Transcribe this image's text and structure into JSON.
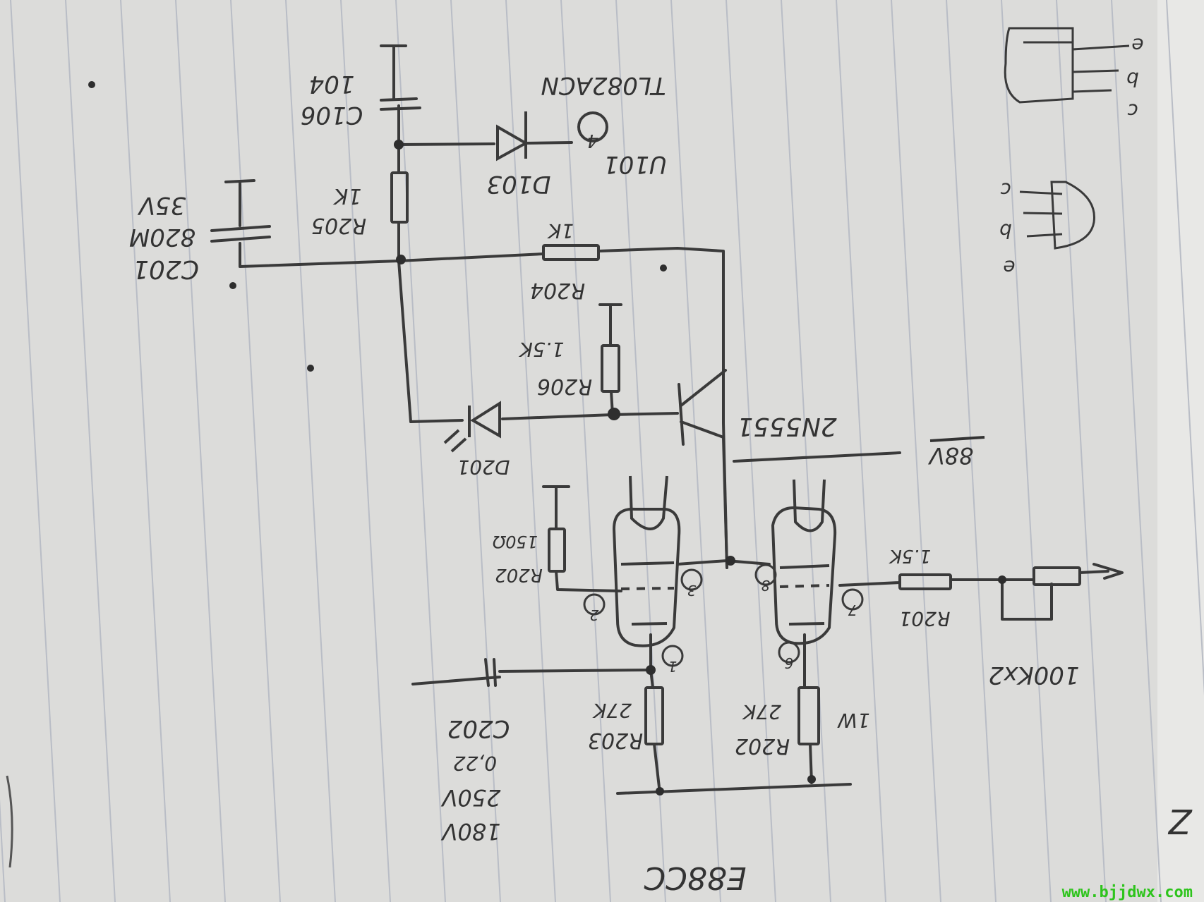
{
  "colors": {
    "paper": "#dcdcda",
    "ink": "#3a3a3a",
    "rule": "#b9bdc6",
    "watermark": "#2ec41c"
  },
  "labels": {
    "c106": "C106",
    "c106_value": "104",
    "u101_type": "TL082ACN",
    "u101": "U101",
    "pin4": "4",
    "d103": "D103",
    "r205": "R205",
    "r205_value": "1K",
    "c201": "C201",
    "c201_value": "820M",
    "c201_voltage": "35V",
    "r204": "R204",
    "r204_value": "1K",
    "r206": "R206",
    "r206_value": "1.5K",
    "transistor": "2N5551",
    "d201": "D201",
    "voltage_note": "88V",
    "r202_top": "R202",
    "r202_top_value": "150Ω",
    "pin3": "3",
    "pin2": "2",
    "pin1": "1",
    "pin8": "8",
    "pin7": "7",
    "pin6": "6",
    "r201": "R201",
    "r201_value": "1.5K",
    "pot": "100Kx2",
    "c202": "C202",
    "c202_value": "0,22",
    "c202_voltage": "250V",
    "supply": "180V",
    "r203": "R203",
    "r203_value": "27K",
    "r202_bottom": "R202",
    "r202_bottom_value": "27K",
    "r202_power": "1W",
    "tube": "E88CC",
    "pkg1_e": "e",
    "pkg1_b": "b",
    "pkg1_c": "c",
    "pkg2_c": "c",
    "pkg2_b": "b",
    "pkg2_e": "e",
    "corner_mark": "Z",
    "watermark": "www.bjjdwx.com"
  }
}
